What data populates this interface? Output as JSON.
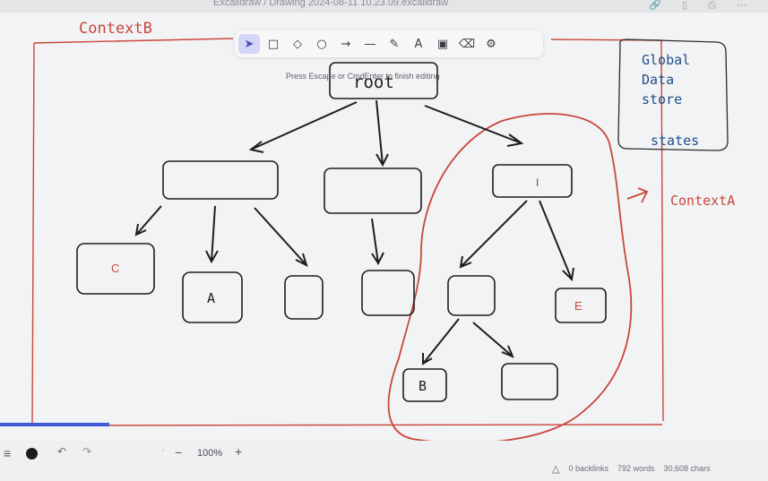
{
  "window": {
    "title": "Excalidraw / Drawing 2024-08-11 10.23.09.excalidraw",
    "header_icons": [
      "link-icon",
      "book-icon",
      "save-icon",
      "more-icon"
    ]
  },
  "toolbar": {
    "tools": [
      {
        "name": "tool-selection",
        "icon": "pointer-icon",
        "glyph": "➤",
        "active": true
      },
      {
        "name": "tool-rectangle",
        "icon": "square-icon",
        "glyph": "□",
        "active": false
      },
      {
        "name": "tool-diamond",
        "icon": "diamond-icon",
        "glyph": "◇",
        "active": false
      },
      {
        "name": "tool-ellipse",
        "icon": "circle-icon",
        "glyph": "○",
        "active": false
      },
      {
        "name": "tool-arrow",
        "icon": "arrow-icon",
        "glyph": "→",
        "active": false
      },
      {
        "name": "tool-line",
        "icon": "line-icon",
        "glyph": "—",
        "active": false
      },
      {
        "name": "tool-draw",
        "icon": "pencil-icon",
        "glyph": "✎",
        "active": false
      },
      {
        "name": "tool-text",
        "icon": "text-icon",
        "glyph": "A",
        "active": false
      },
      {
        "name": "tool-image",
        "icon": "image-icon",
        "glyph": "▣",
        "active": false
      },
      {
        "name": "tool-eraser",
        "icon": "eraser-icon",
        "glyph": "⌫",
        "active": false
      },
      {
        "name": "tool-library",
        "icon": "library-icon",
        "glyph": "⚙",
        "active": false
      }
    ]
  },
  "hint": "Press Escape or CmdEnter to finish editing",
  "canvas": {
    "frame_label": "ContextB",
    "global_note": [
      "Global",
      "Data",
      "store",
      "",
      "states"
    ],
    "context_a_label": "ContextA",
    "root_label": "root",
    "node_c": "C",
    "node_a": "A",
    "node_e": "E",
    "node_b": "B",
    "cursor_glyph": "I",
    "colors": {
      "red": "#c9473c",
      "ink": "#1e1e1e",
      "blue_text": "#1f4e8c"
    }
  },
  "footer": {
    "zoom": "100%",
    "zoom_minus": "−",
    "zoom_plus": "+",
    "backlinks": "0 backlinks",
    "words": "792 words",
    "chars": "30,608 chars"
  }
}
